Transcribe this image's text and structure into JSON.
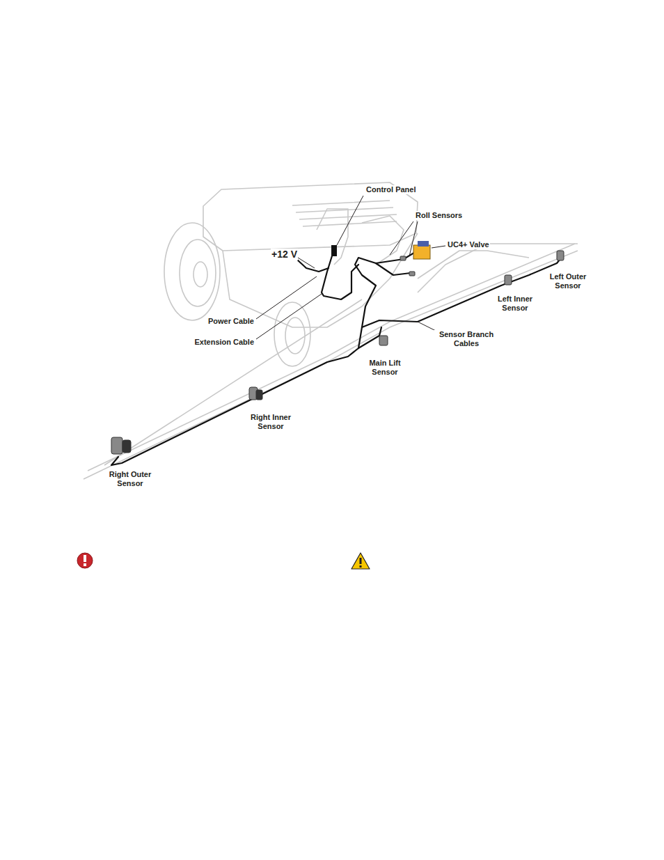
{
  "diagram": {
    "labels": [
      "Control Panel",
      "Roll Sensors",
      "UC4+ Valve",
      "+12 V",
      "Left Outer Sensor",
      "Left Inner Sensor",
      "Power Cable",
      "Extension Cable",
      "Sensor Branch Cables",
      "Main Lift Sensor",
      "Right Inner Sensor",
      "Right Outer Sensor"
    ]
  }
}
